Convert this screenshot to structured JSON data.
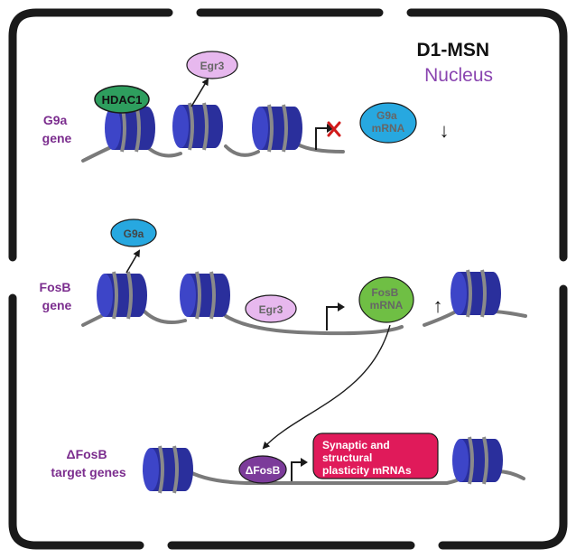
{
  "header": {
    "title": "D1-MSN",
    "subtitle": "Nucleus"
  },
  "colors": {
    "nucleus_border": "#1a1a1a",
    "gene_label": "#7b2d8e",
    "subtitle": "#8a45b0",
    "nucleosome_core": "#2a2f9c",
    "nucleosome_front": "#3d45c8",
    "dna_strand": "#7a7a7a",
    "hdac1": "#2e9e5e",
    "egr3": "#e7b8ee",
    "g9a": "#27a8e0",
    "fosb_mrna": "#6fbf44",
    "delta_fosb": "#7c3b9a",
    "plasticity_box": "#e01a5a",
    "block_x": "#d11b1b"
  },
  "rows": {
    "g9a": {
      "gene_label_line1": "G9a",
      "gene_label_line2": "gene",
      "hdac1_label": "HDAC1",
      "egr3_label": "Egr3",
      "mrna_label_line1": "G9a",
      "mrna_label_line2": "mRNA",
      "expression_arrow": "↓"
    },
    "fosb": {
      "gene_label_line1": "FosB",
      "gene_label_line2": "gene",
      "g9a_label": "G9a",
      "egr3_label": "Egr3",
      "mrna_label_line1": "FosB",
      "mrna_label_line2": "mRNA",
      "expression_arrow": "↑"
    },
    "target": {
      "gene_label_line1": "ΔFosB",
      "gene_label_line2": "target genes",
      "delta_fosb_label": "ΔFosB",
      "plasticity_line1": "Synaptic and",
      "plasticity_line2": "structural",
      "plasticity_line3": "plasticity mRNAs"
    }
  }
}
